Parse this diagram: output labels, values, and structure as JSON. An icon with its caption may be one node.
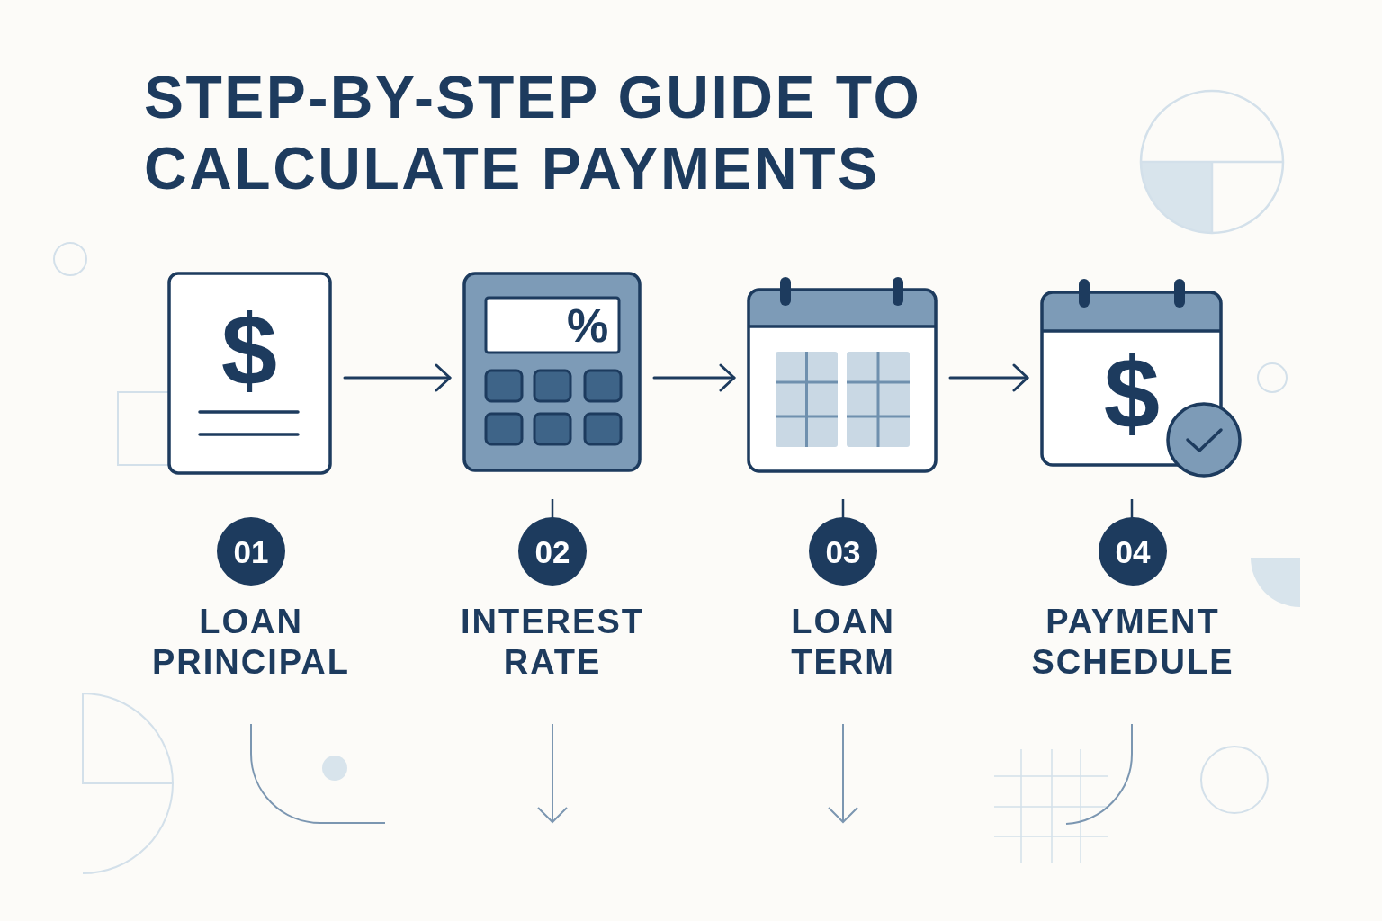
{
  "diagram": {
    "title": "STEP-BY-STEP GUIDE TO CALCULATE PAYMENTS",
    "nodes": [
      {
        "text": [
          "$"
        ]
      },
      {
        "text": [
          "%"
        ]
      },
      {
        "text": [],
        "shape": "picture"
      },
      {
        "text": [
          "$"
        ]
      },
      {
        "text": [
          "01"
        ],
        "beside": [
          "LOAN PRINCIPAL"
        ]
      },
      {
        "text": [
          "02"
        ],
        "beside": [
          "INTEREST RATE"
        ]
      },
      {
        "text": [
          "03"
        ],
        "beside": [
          "LOAN TERM"
        ]
      },
      {
        "text": [
          "04"
        ],
        "beside": [
          "PAYMENT SCHEDULE"
        ]
      },
      {
        "text": [],
        "shape": "box"
      },
      {
        "text": [],
        "shape": "circle"
      }
    ],
    "edges": [
      {
        "from": 0,
        "to": 1,
        "arrow": "to"
      },
      {
        "from": 1,
        "to": 2,
        "arrow": "to"
      },
      {
        "from": 2,
        "to": 3,
        "arrow": "to"
      }
    ]
  }
}
